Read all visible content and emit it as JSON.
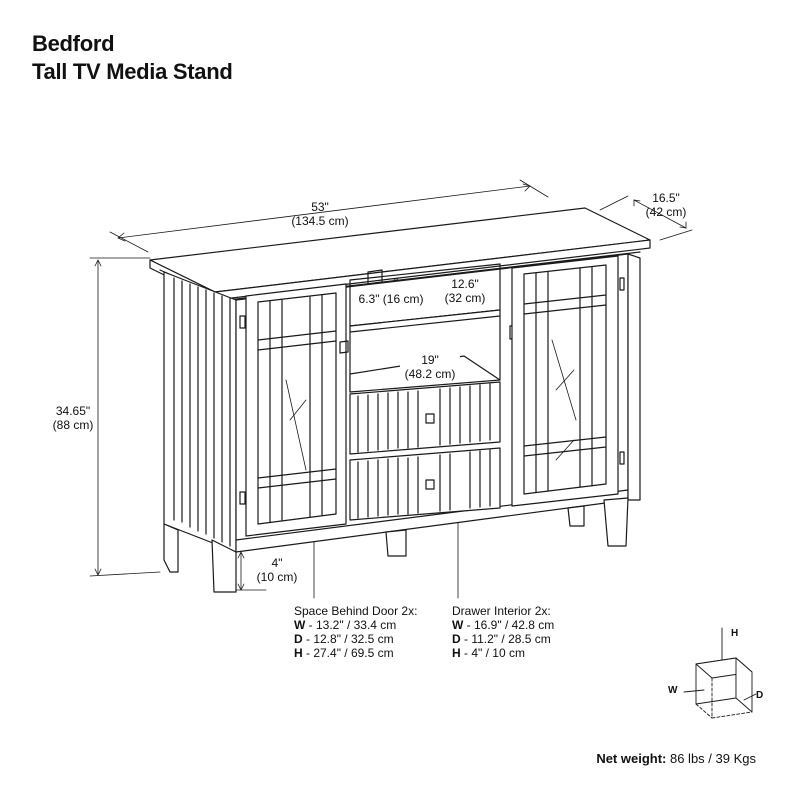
{
  "title": {
    "line1": "Bedford",
    "line2": "Tall TV Media Stand"
  },
  "dimensions": {
    "width_in": "53\"",
    "width_cm": "(134.5 cm)",
    "depth_in": "16.5\"",
    "depth_cm": "(42 cm)",
    "height_in": "34.65\"",
    "height_cm": "(88 cm)",
    "leg_in": "4\"",
    "leg_cm": "(10 cm)",
    "shelf_gap": "6.3\" (16 cm)",
    "shelf_depth_in": "12.6\"",
    "shelf_depth_cm": "(32 cm)",
    "shelf_width_in": "19\"",
    "shelf_width_cm": "(48.2 cm)"
  },
  "space_behind_door": {
    "heading": "Space Behind Door 2x:",
    "rows": [
      {
        "key": "W",
        "value": " - 13.2\" / 33.4 cm"
      },
      {
        "key": "D",
        "value": " - 12.8\" / 32.5 cm"
      },
      {
        "key": "H",
        "value": " - 27.4\" / 69.5 cm"
      }
    ]
  },
  "drawer_interior": {
    "heading": "Drawer Interior 2x:",
    "rows": [
      {
        "key": "W",
        "value": " - 16.9\" / 42.8 cm"
      },
      {
        "key": "D",
        "value": " - 11.2\" / 28.5 cm"
      },
      {
        "key": "H",
        "value": " - 4\" / 10 cm"
      }
    ]
  },
  "axis_legend": {
    "h": "H",
    "w": "W",
    "d": "D"
  },
  "net_weight": {
    "label": "Net weight:",
    "value": " 86 lbs / 39 Kgs"
  }
}
